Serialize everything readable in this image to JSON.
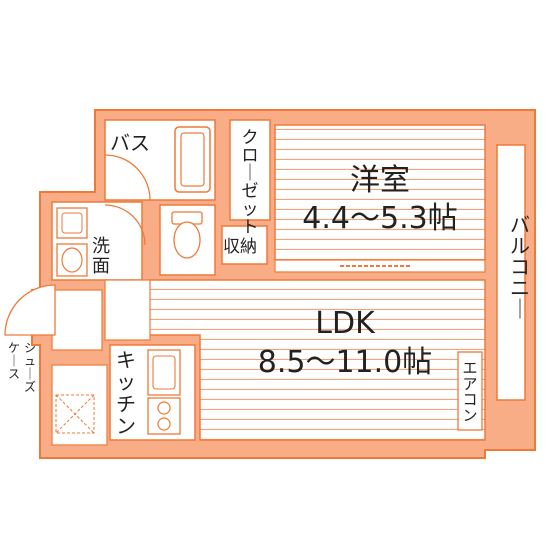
{
  "colors": {
    "wall": "#f9ad86",
    "line": "#ee7a3a",
    "floor": "#ffffff",
    "text": "#222222"
  },
  "rooms": {
    "western": {
      "name": "洋室",
      "size": "4.4～5.3帖"
    },
    "ldk": {
      "name": "LDK",
      "size": "8.5～11.0帖"
    },
    "bath": {
      "label": "バス"
    },
    "closet": {
      "label": "クローゼット"
    },
    "storage": {
      "label": "収納"
    },
    "washroom": {
      "label": "洗面"
    },
    "kitchen": {
      "label": "キッチン"
    },
    "balcony": {
      "label": "バルコニー"
    },
    "aircon": {
      "label": "エアコン"
    },
    "shoe_case": {
      "label": "シューズケース"
    }
  }
}
